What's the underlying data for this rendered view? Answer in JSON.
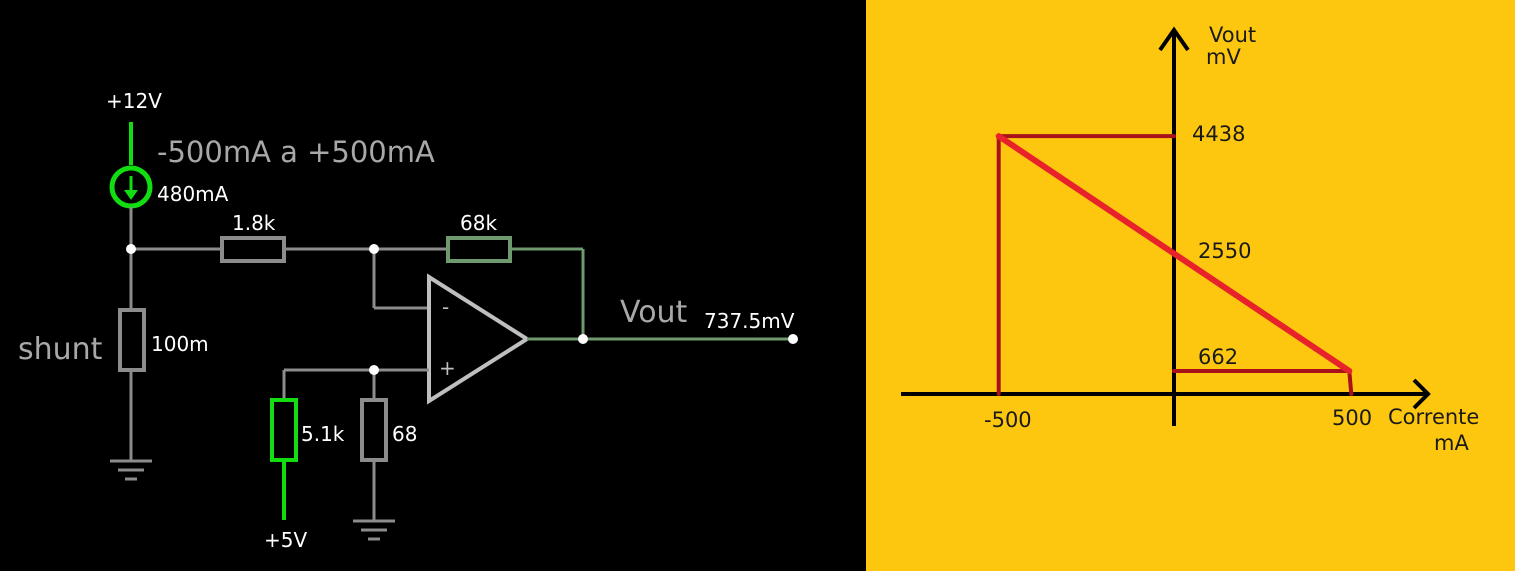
{
  "circuit": {
    "supply_top": "+12V",
    "supply_bottom": "+5V",
    "range_label": "-500mA a +500mA",
    "source_value": "480mA",
    "r_input": "1.8k",
    "r_feedback": "68k",
    "r_shunt": "100m",
    "shunt_label": "shunt",
    "r_divider_top": "5.1k",
    "r_divider_bottom": "68",
    "opamp_minus": "-",
    "opamp_plus": "+",
    "output_label": "Vout",
    "output_value": "737.5mV"
  },
  "graph": {
    "y_label_line1": "Vout",
    "y_label_line2": "mV",
    "x_label_line1": "Corrente",
    "x_label_line2": "mA",
    "y_ticks": [
      "4438",
      "2550",
      "662"
    ],
    "x_ticks": [
      "-500",
      "500"
    ]
  },
  "chart_data": {
    "type": "line",
    "title": "",
    "xlabel": "Corrente mA",
    "ylabel": "Vout mV",
    "series": [
      {
        "x": [
          -500,
          500
        ],
        "y": [
          4438,
          662
        ]
      }
    ],
    "annotated_points": [
      {
        "x": -500,
        "y": 4438
      },
      {
        "x": 0,
        "y": 2550
      },
      {
        "x": 500,
        "y": 662
      }
    ]
  },
  "colors": {
    "circuit_bg": "#000000",
    "graph_bg": "#fec70f",
    "wire_gray": "#8c8c8c",
    "wire_green_active": "#11dd11",
    "wire_green_output": "#6f9a6f",
    "curve_red": "#e8222a",
    "guide_dark_red": "#a8101a"
  }
}
